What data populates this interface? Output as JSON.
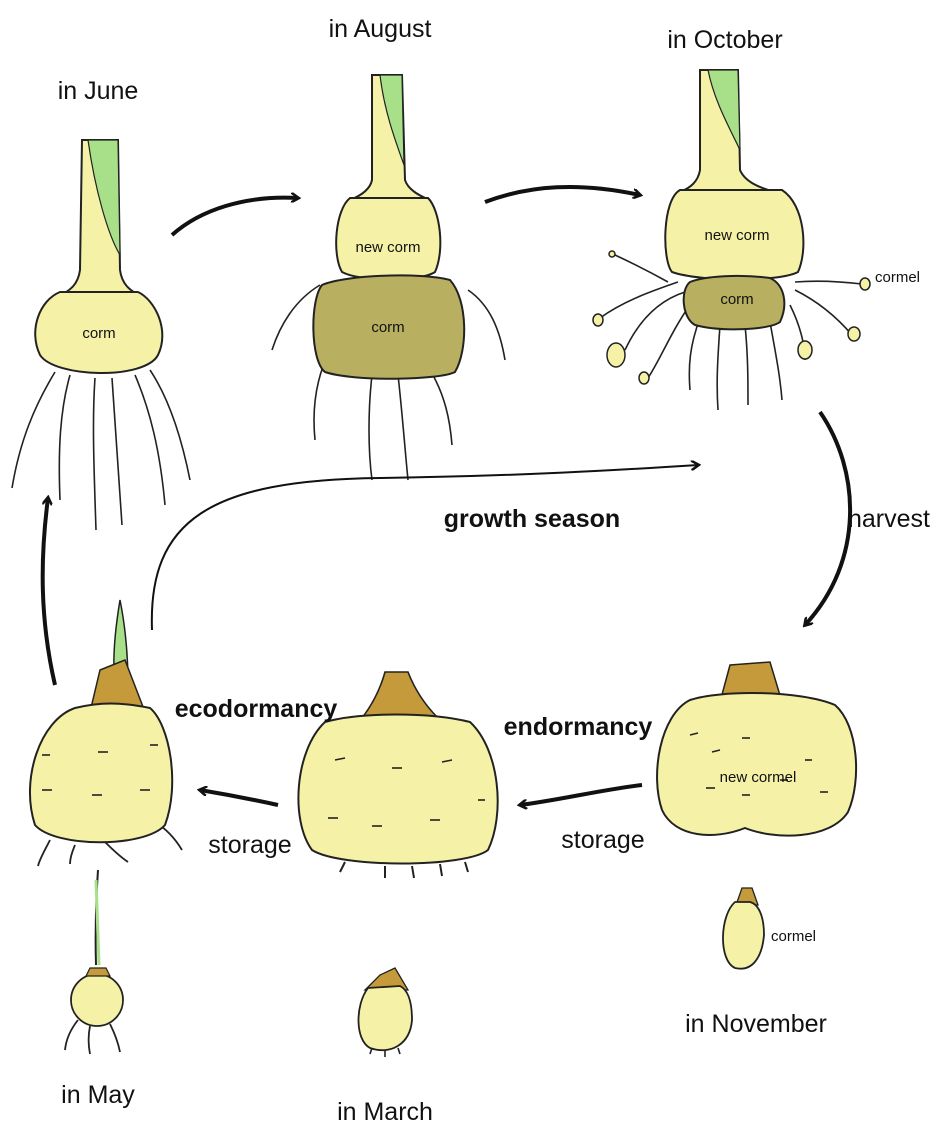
{
  "colors": {
    "bulb": "#f5f2a8",
    "old_corm": "#b8b060",
    "sprout": "#a8e08a",
    "tunic": "#c49a3a",
    "ink": "#111111"
  },
  "stages": {
    "june": {
      "title": "in June",
      "corm_label": "corm"
    },
    "august": {
      "title": "in August",
      "new_corm_label": "new corm",
      "corm_label": "corm"
    },
    "october": {
      "title": "in October",
      "new_corm_label": "new corm",
      "corm_label": "corm",
      "cormel_label": "cormel"
    },
    "november": {
      "title": "in November",
      "new_cormel_label": "new cormel",
      "cormel_label": "cormel"
    },
    "march": {
      "title": "in March"
    },
    "may": {
      "title": "in May"
    }
  },
  "phases": {
    "growth_season": "growth season",
    "harvest": "harvest",
    "endormancy": "endormancy",
    "ecodormancy": "ecodormancy",
    "storage_right": "storage",
    "storage_left": "storage"
  }
}
